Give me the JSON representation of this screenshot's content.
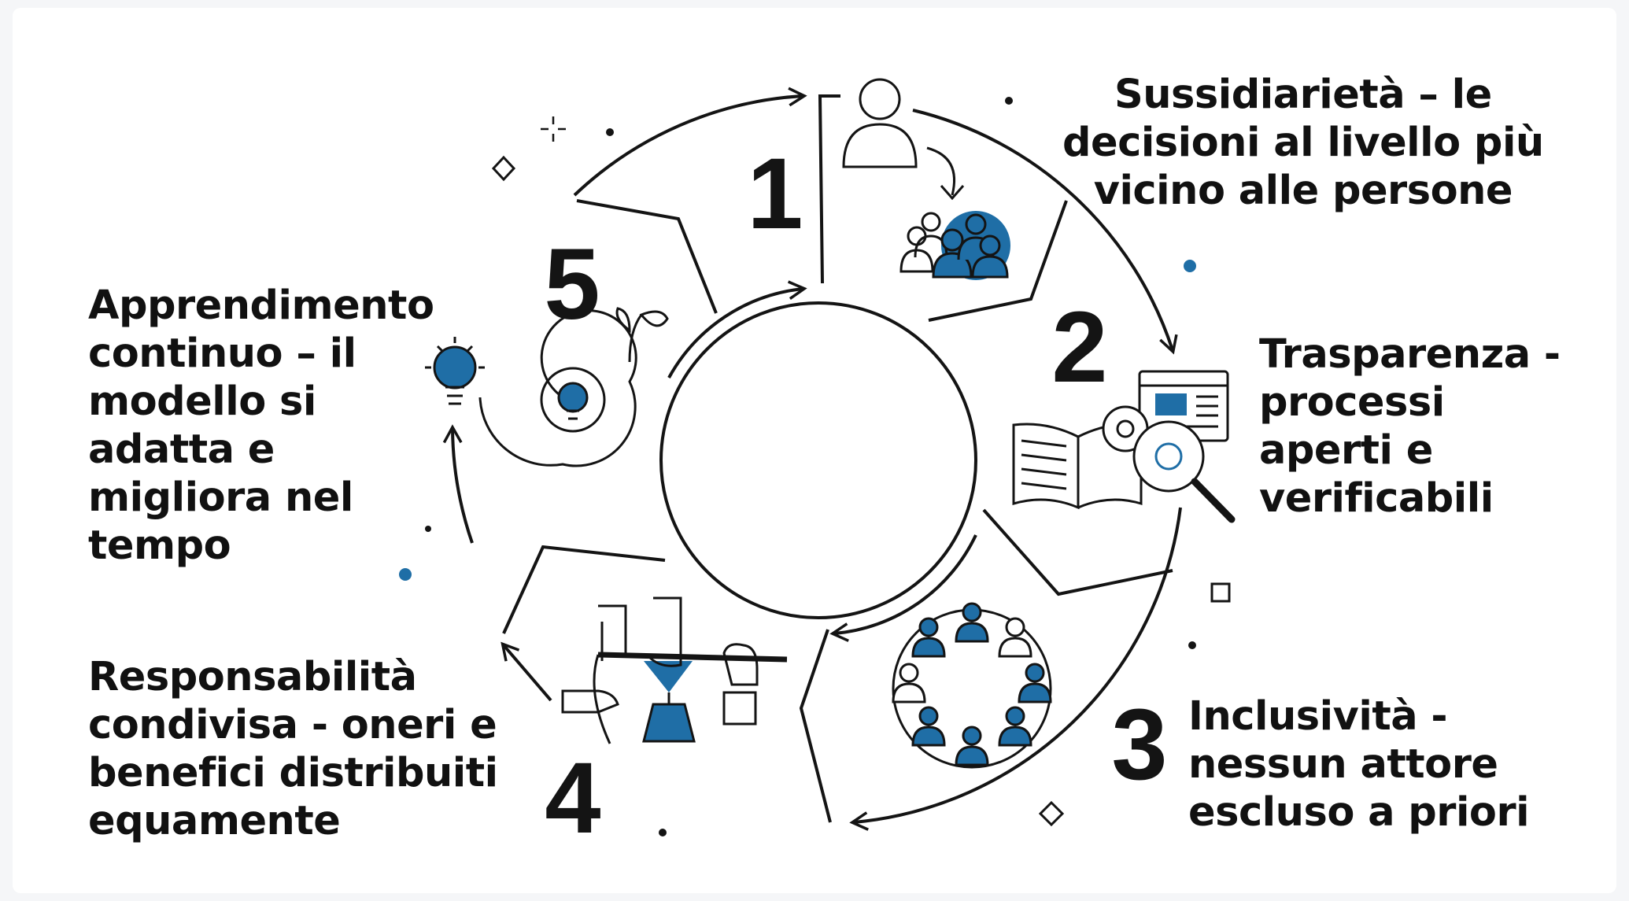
{
  "colors": {
    "accent": "#1f6ea6",
    "ink": "#141414",
    "background": "#ffffff"
  },
  "steps": [
    {
      "number": "1",
      "lines": [
        "Sussidiarietà – le",
        "decisioni al livello più",
        "vicino alle persone"
      ],
      "icon": "person-to-group-icon"
    },
    {
      "number": "2",
      "lines": [
        "Trasparenza -",
        "processi",
        "aperti e",
        "verificabili"
      ],
      "icon": "book-browser-magnifier-icon"
    },
    {
      "number": "3",
      "lines": [
        "Inclusività -",
        "nessun attore",
        "escluso a priori"
      ],
      "icon": "people-circle-icon"
    },
    {
      "number": "4",
      "lines": [
        "Responsabilità",
        "condivisa - oneri e",
        "benefici distribuiti",
        "equamente"
      ],
      "icon": "hands-rope-weight-icon"
    },
    {
      "number": "5",
      "lines": [
        "Apprendimento",
        "continuo – il",
        "modello si",
        "adatta e",
        "migliora nel",
        "tempo"
      ],
      "icon": "lightbulb-sprout-icon"
    }
  ]
}
